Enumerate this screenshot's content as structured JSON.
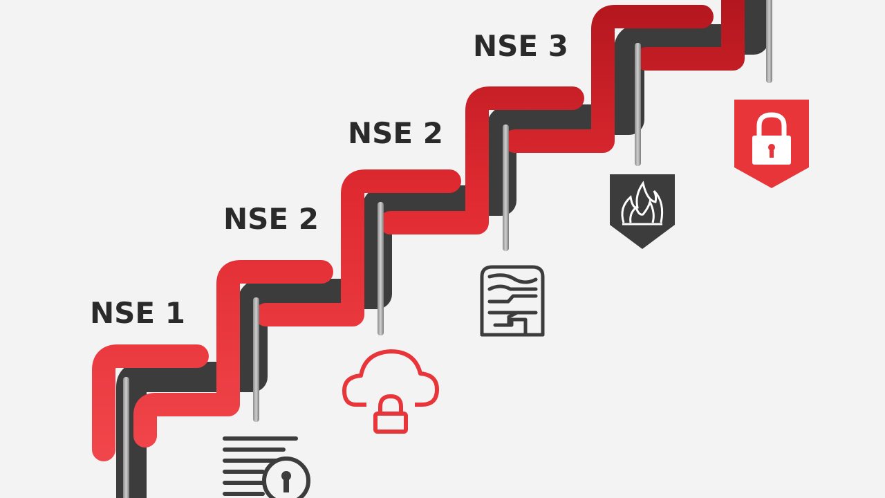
{
  "labels": {
    "step1": "NSE 1",
    "step2": "NSE 2",
    "step3": "NSE 2",
    "step4": "NSE 3"
  },
  "icons": {
    "step1": "document-lock-icon",
    "step2": "cloud-lock-icon",
    "step3": "server-rack-icon",
    "step4": "firewall-shield-icon",
    "step5": "padlock-shield-icon"
  },
  "colors": {
    "background": "#f3f3f3",
    "accent_red": "#e8353a",
    "dark_red": "#b0151d",
    "dark_gray": "#3c3c3c",
    "label_text": "#2a2a2a"
  }
}
